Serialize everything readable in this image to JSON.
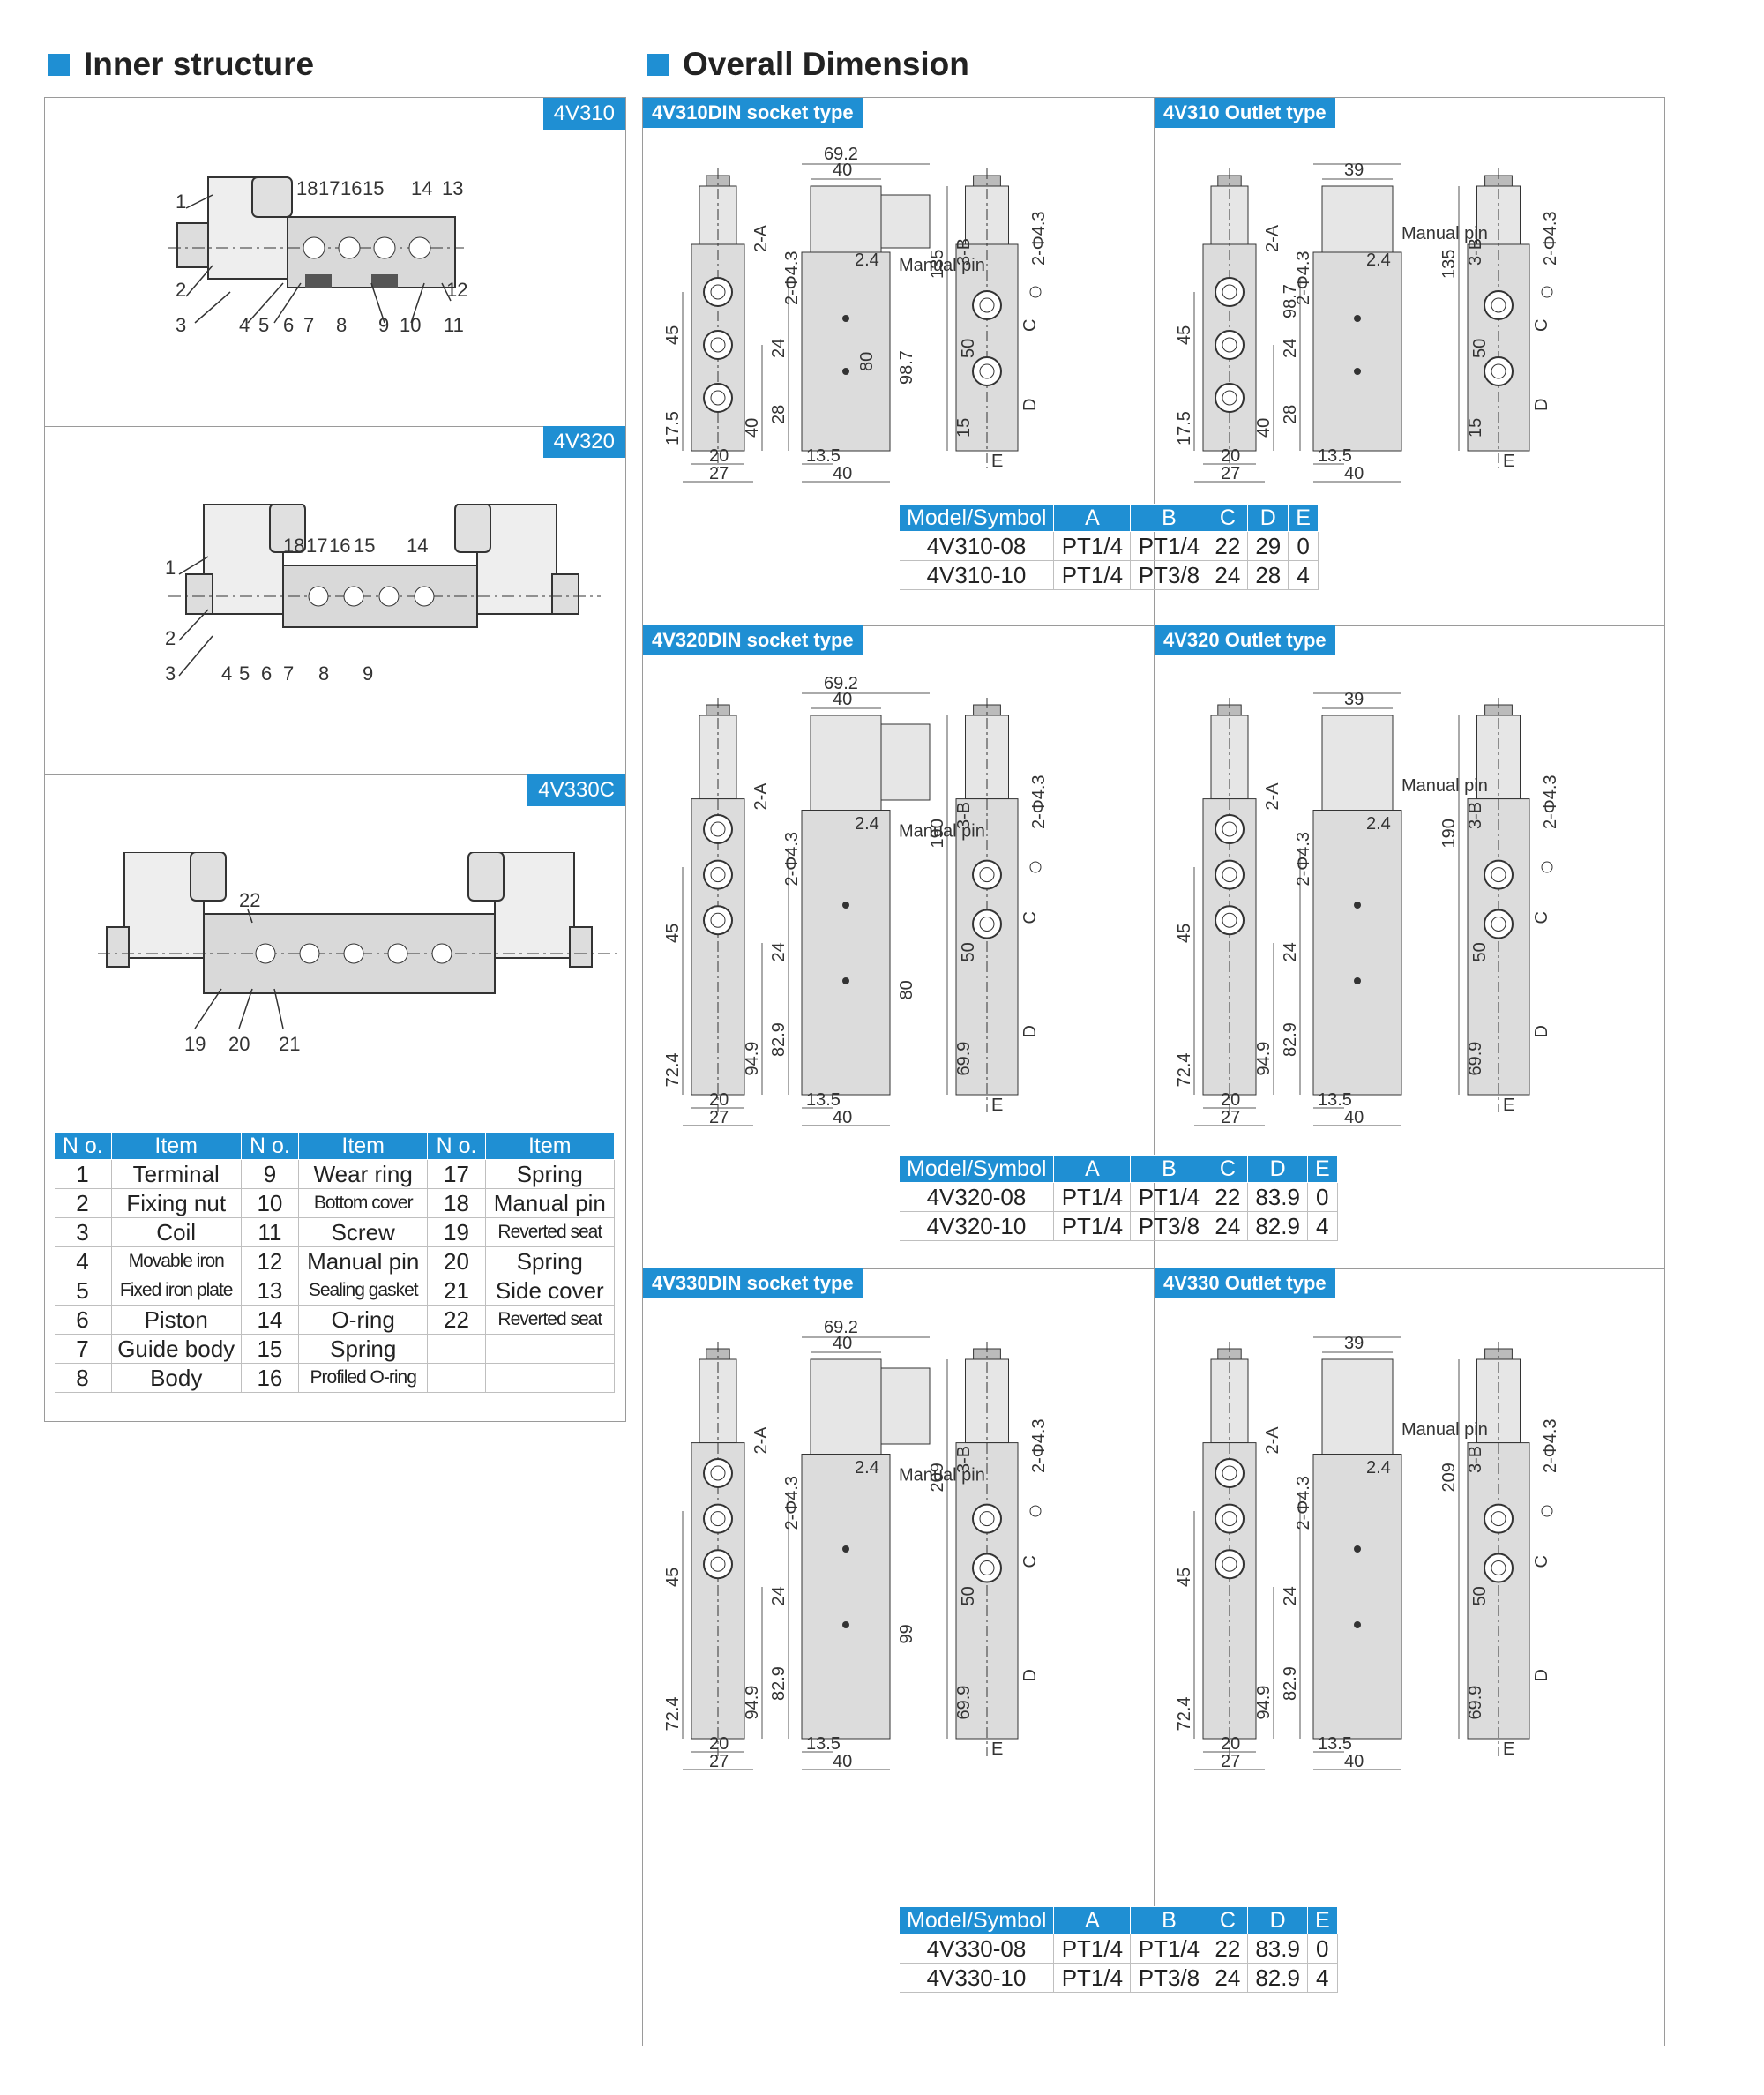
{
  "inner": {
    "title": "Inner structure",
    "sections": [
      {
        "model": "4V310",
        "labels": [
          "1",
          "2",
          "3",
          "4",
          "5",
          "6",
          "7",
          "8",
          "9",
          "10",
          "11",
          "12",
          "13",
          "14",
          "15",
          "16",
          "17",
          "18"
        ]
      },
      {
        "model": "4V320",
        "labels": [
          "1",
          "2",
          "3",
          "4",
          "5",
          "6",
          "7",
          "8",
          "9",
          "14",
          "15",
          "16",
          "17",
          "18"
        ]
      },
      {
        "model": "4V330C",
        "labels": [
          "19",
          "20",
          "21",
          "22"
        ]
      }
    ],
    "parts_table": {
      "headers": [
        "N o.",
        "Item",
        "N o.",
        "Item",
        "N o.",
        "Item"
      ],
      "rows": [
        [
          "1",
          "Terminal",
          "9",
          "Wear ring",
          "17",
          "Spring"
        ],
        [
          "2",
          "Fixing nut",
          "10",
          "Bottom cover",
          "18",
          "Manual pin"
        ],
        [
          "3",
          "Coil",
          "11",
          "Screw",
          "19",
          "Reverted seat"
        ],
        [
          "4",
          "Movable iron",
          "12",
          "Manual pin",
          "20",
          "Spring"
        ],
        [
          "5",
          "Fixed iron plate",
          "13",
          "Sealing gasket",
          "21",
          "Side cover"
        ],
        [
          "6",
          "Piston",
          "14",
          "O-ring",
          "22",
          "Reverted seat"
        ],
        [
          "7",
          "Guide body",
          "15",
          "Spring",
          "",
          ""
        ],
        [
          "8",
          "Body",
          "16",
          "Profiled O-ring",
          "",
          ""
        ]
      ]
    }
  },
  "overall": {
    "title": "Overall Dimension",
    "groups": [
      {
        "din_label": "4V310DIN socket type",
        "outlet_label": "4V310 Outlet type",
        "din_dims": [
          "69.2",
          "40",
          "2.4",
          "Manual pin",
          "2-Φ4.3",
          "2-A",
          "98.7",
          "24",
          "28",
          "13.5",
          "40",
          "80",
          "45",
          "17.5",
          "40",
          "20",
          "27",
          "135",
          "3-B",
          "2-Φ4.3",
          "C",
          "50",
          "15",
          "D",
          "E"
        ],
        "outlet_dims": [
          "39",
          "2.4",
          "Manual pin",
          "2-Φ4.3",
          "2-A",
          "98.7",
          "24",
          "28",
          "13.5",
          "40",
          "45",
          "17.5",
          "40",
          "20",
          "27",
          "135",
          "3-B",
          "2-Φ4.3",
          "C",
          "50",
          "15",
          "D",
          "E"
        ],
        "table": {
          "headers": [
            "Model/Symbol",
            "A",
            "B",
            "C",
            "D",
            "E"
          ],
          "rows": [
            [
              "4V310-08",
              "PT1/4",
              "PT1/4",
              "22",
              "29",
              "0"
            ],
            [
              "4V310-10",
              "PT1/4",
              "PT3/8",
              "24",
              "28",
              "4"
            ]
          ]
        }
      },
      {
        "din_label": "4V320DIN socket type",
        "outlet_label": "4V320 Outlet type",
        "din_dims": [
          "69.2",
          "40",
          "2.4",
          "Manual pin",
          "2-Φ4.3",
          "2-A",
          "80",
          "24",
          "82.9",
          "13.5",
          "40",
          "45",
          "72.4",
          "94.9",
          "20",
          "27",
          "190",
          "3-B",
          "2-Φ4.3",
          "C",
          "50",
          "69.9",
          "D",
          "E"
        ],
        "outlet_dims": [
          "39",
          "2.4",
          "Manual pin",
          "2-Φ4.3",
          "2-A",
          "24",
          "82.9",
          "13.5",
          "40",
          "45",
          "72.4",
          "94.9",
          "20",
          "27",
          "190",
          "3-B",
          "2-Φ4.3",
          "C",
          "50",
          "69.9",
          "D",
          "E"
        ],
        "table": {
          "headers": [
            "Model/Symbol",
            "A",
            "B",
            "C",
            "D",
            "E"
          ],
          "rows": [
            [
              "4V320-08",
              "PT1/4",
              "PT1/4",
              "22",
              "83.9",
              "0"
            ],
            [
              "4V320-10",
              "PT1/4",
              "PT3/8",
              "24",
              "82.9",
              "4"
            ]
          ]
        }
      },
      {
        "din_label": "4V330DIN socket type",
        "outlet_label": "4V330 Outlet type",
        "din_dims": [
          "69.2",
          "40",
          "2.4",
          "Manual pin",
          "2-Φ4.3",
          "2-A",
          "99",
          "24",
          "82.9",
          "13.5",
          "40",
          "45",
          "72.4",
          "94.9",
          "20",
          "27",
          "209",
          "3-B",
          "2-Φ4.3",
          "C",
          "50",
          "69.9",
          "D",
          "E"
        ],
        "outlet_dims": [
          "39",
          "2.4",
          "Manual pin",
          "2-Φ4.3",
          "2-A",
          "24",
          "82.9",
          "13.5",
          "40",
          "45",
          "72.4",
          "94.9",
          "20",
          "27",
          "209",
          "3-B",
          "2-Φ4.3",
          "C",
          "50",
          "69.9",
          "D",
          "E"
        ],
        "table": {
          "headers": [
            "Model/Symbol",
            "A",
            "B",
            "C",
            "D",
            "E"
          ],
          "rows": [
            [
              "4V330-08",
              "PT1/4",
              "PT1/4",
              "22",
              "83.9",
              "0"
            ],
            [
              "4V330-10",
              "PT1/4",
              "PT3/8",
              "24",
              "82.9",
              "4"
            ]
          ]
        }
      }
    ]
  },
  "colors": {
    "accent": "#1f8fd3",
    "frame": "#9a9a9a",
    "metal": "#d9d9d9"
  }
}
